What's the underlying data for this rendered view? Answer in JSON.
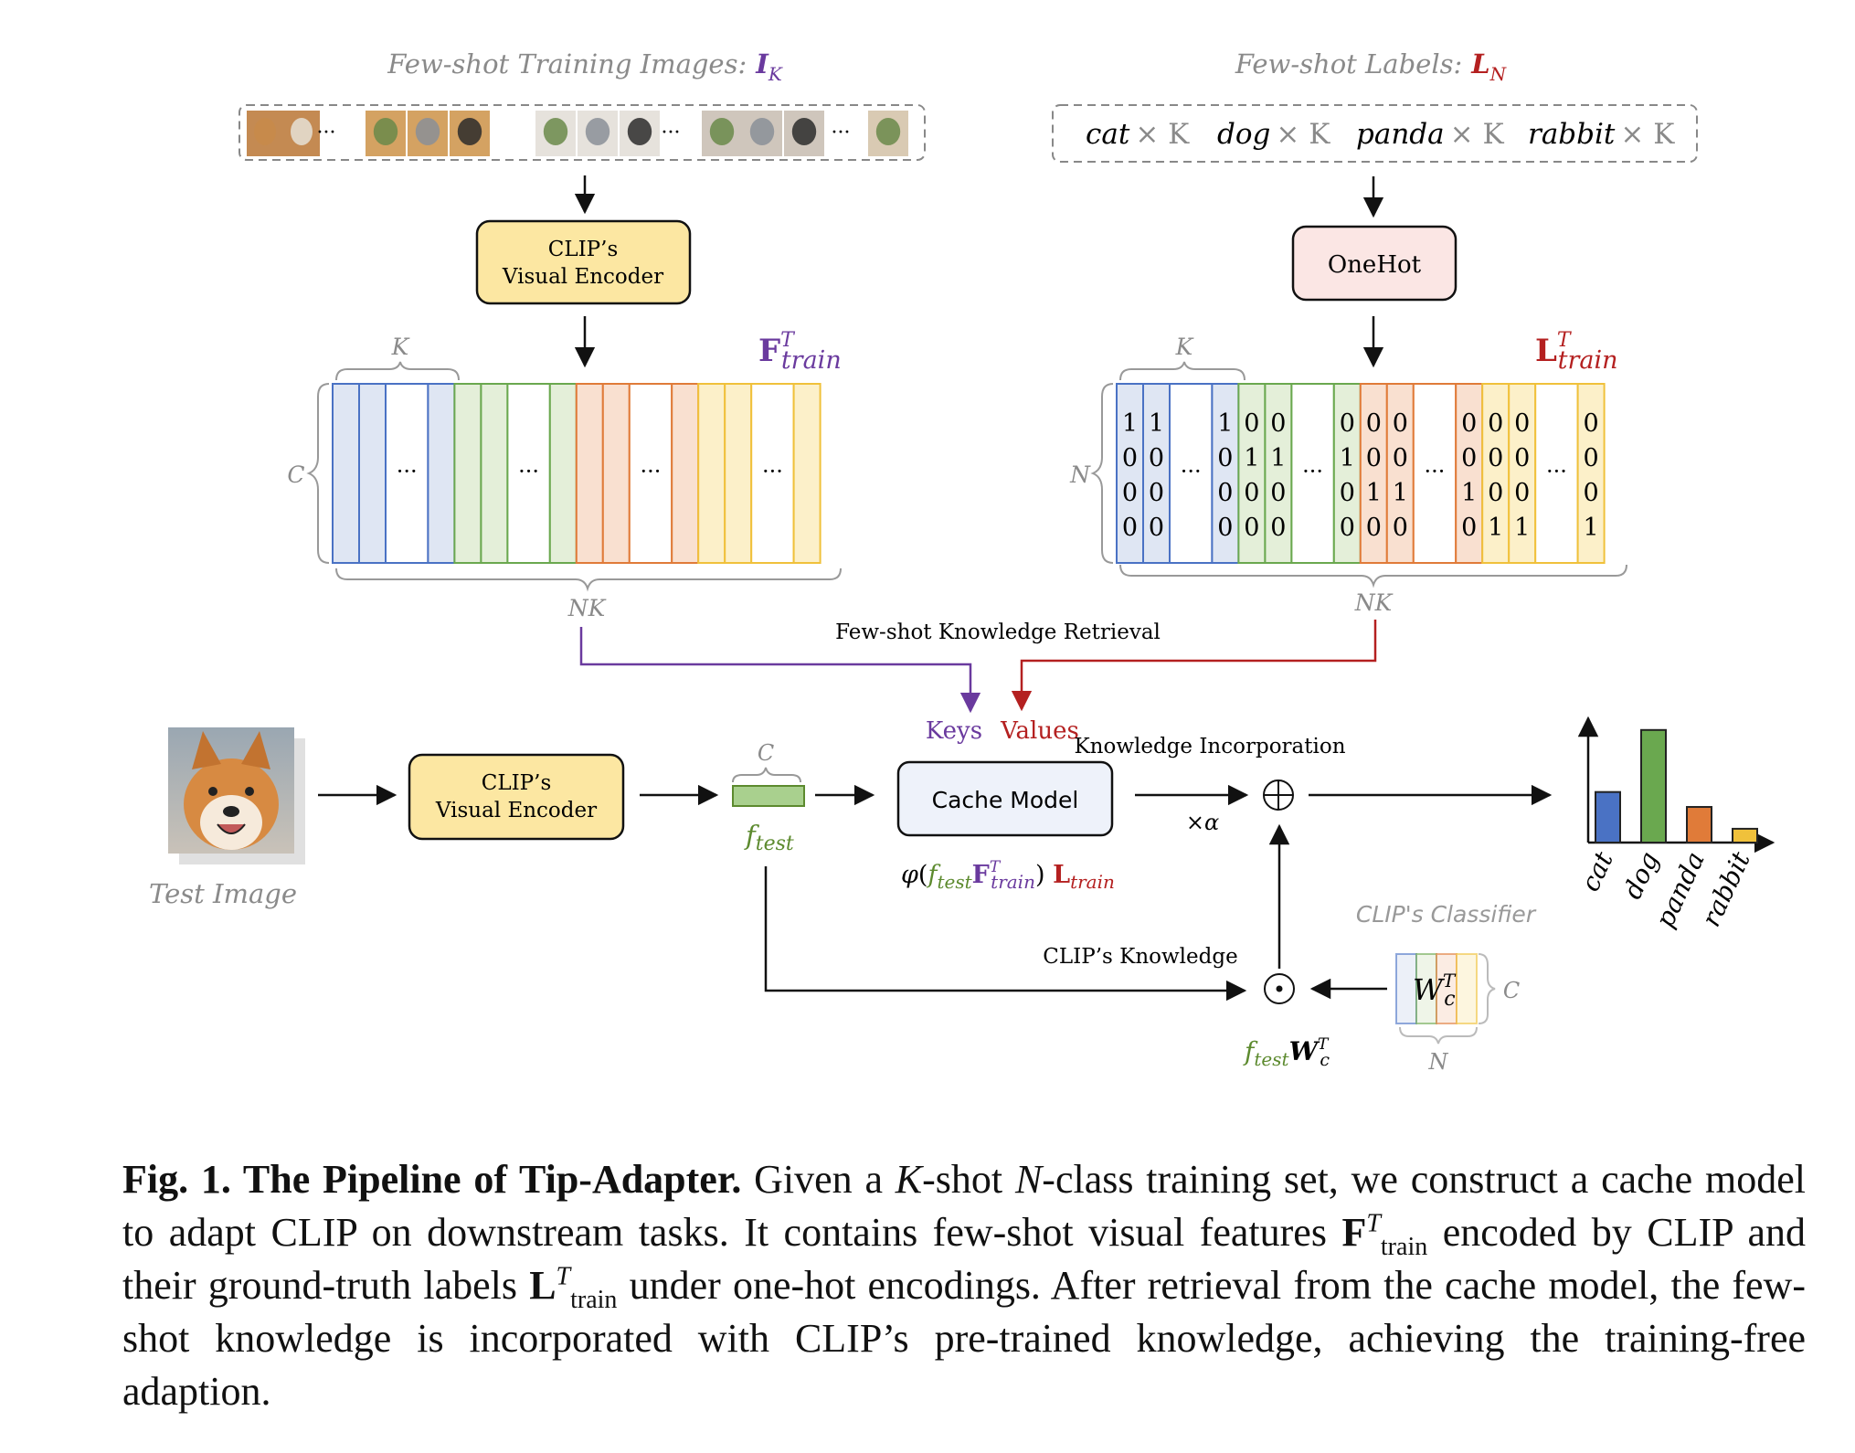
{
  "colors": {
    "purple": "#6a3a9e",
    "red": "#b42020",
    "green": "#5c8a2e",
    "blue_cls": "#4a72c4",
    "green_cls": "#6aa84f",
    "orange_cls": "#e07b39",
    "yellow_cls": "#f0c13b",
    "encoder_fill": "#fce7a2",
    "onehot_fill": "#fbe6e4"
  },
  "top": {
    "images_label": "Few-shot Training Images:",
    "images_symbol": "I",
    "images_symbol_sub": "K",
    "labels_label": "Few-shot Labels:",
    "labels_symbol": "L",
    "labels_symbol_sub": "N",
    "label_items": [
      "cat",
      "dog",
      "panda",
      "rabbit"
    ],
    "times_k": "× K",
    "encoder_line1": "CLIP’s",
    "encoder_line2": "Visual Encoder",
    "onehot": "OneHot",
    "ellipsis": "···",
    "feature_symbol": "F",
    "label_symbol": "L",
    "transpose": "T",
    "train_sub": "train",
    "dim_K": "K",
    "dim_C": "C",
    "dim_N": "N",
    "dim_NK": "NK",
    "onehot_rows": [
      [
        "1",
        "1",
        "",
        "1",
        "0",
        "0",
        "",
        "0",
        "0",
        "0",
        "",
        "0",
        "0",
        "0",
        "",
        "0"
      ],
      [
        "0",
        "0",
        "",
        "0",
        "1",
        "1",
        "",
        "1",
        "0",
        "0",
        "",
        "0",
        "0",
        "0",
        "",
        "0"
      ],
      [
        "0",
        "0",
        "",
        "0",
        "0",
        "0",
        "",
        "0",
        "1",
        "1",
        "",
        "1",
        "0",
        "0",
        "",
        "0"
      ],
      [
        "0",
        "0",
        "",
        "0",
        "0",
        "0",
        "",
        "0",
        "0",
        "0",
        "",
        "0",
        "1",
        "1",
        "",
        "1"
      ]
    ]
  },
  "middle": {
    "retrieval": "Few-shot  Knowledge Retrieval",
    "keys": "Keys",
    "values": "Values",
    "test_image": "Test Image",
    "encoder_line1": "CLIP’s",
    "encoder_line2": "Visual Encoder",
    "f_test": "f",
    "test_sub": "test",
    "cache_model": "Cache Model",
    "phi": "φ",
    "incorporation": "Knowledge Incorporation",
    "alpha": "×α",
    "clip_knowledge": "CLIP’s  Knowledge",
    "classifier_label": "CLIP's Classifier",
    "w": "W",
    "w_sub": "c",
    "w_sup": "T"
  },
  "chart_data": {
    "type": "bar",
    "categories": [
      "cat",
      "dog",
      "panda",
      "rabbit"
    ],
    "values": [
      0.44,
      0.98,
      0.31,
      0.12
    ],
    "colors": [
      "#4a72c4",
      "#6aa84f",
      "#e07b39",
      "#f0c13b"
    ],
    "ylim": [
      0,
      1.05
    ]
  },
  "caption": {
    "label": "Fig. 1. The Pipeline of Tip-Adapter.",
    "s1": " Given a ",
    "K": "K",
    "s2": "-shot ",
    "N": "N",
    "s3": "-class training set, we construct a cache model to adapt CLIP on downstream tasks. It contains few-shot visual features ",
    "F": "F",
    "T": "T",
    "train": "train",
    "s4": " encoded by CLIP and their ground-truth labels ",
    "L": "L",
    "s5": " under one-hot encodings. After retrieval from the cache model, the few-shot knowledge is incorporated with CLIP’s pre-trained knowledge, achieving the training-free adaption."
  }
}
